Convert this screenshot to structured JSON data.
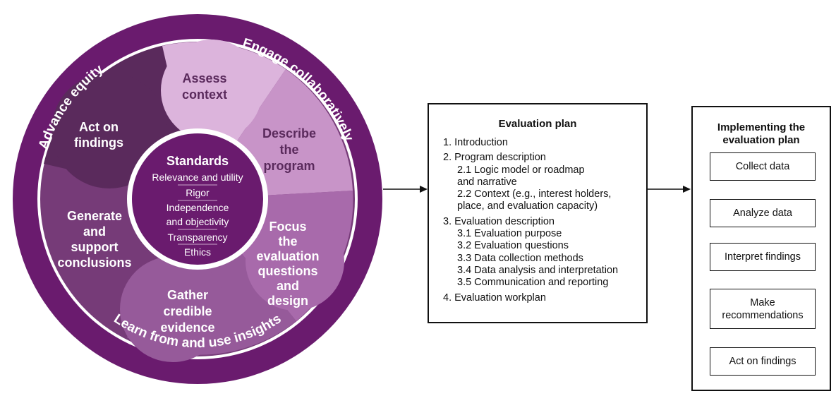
{
  "wheel": {
    "ring": {
      "left": "Advance equity",
      "right": "Engage collaboratively",
      "bottom": "Learn from and use insights"
    },
    "steps": {
      "assess": [
        "Assess",
        "context"
      ],
      "describe": [
        "Describe",
        "the",
        "program"
      ],
      "focus": [
        "Focus",
        "the",
        "evaluation",
        "questions",
        "and",
        "design"
      ],
      "gather": [
        "Gather",
        "credible",
        "evidence"
      ],
      "generate": [
        "Generate",
        "and",
        "support",
        "conclusions"
      ],
      "act": [
        "Act on",
        "findings"
      ]
    },
    "standards": {
      "title": "Standards",
      "items": [
        "Relevance and utility",
        "Rigor",
        "Independence",
        "and objectivity",
        "Transparency",
        "Ethics"
      ]
    }
  },
  "plan": {
    "title": "Evaluation plan",
    "sections": [
      {
        "label": "1. Introduction",
        "subs": []
      },
      {
        "label": "2. Program description",
        "subs": [
          "2.1 Logic model or roadmap",
          "and narrative",
          "2.2 Context (e.g., interest holders,",
          "place, and evaluation capacity)"
        ]
      },
      {
        "label": "3. Evaluation description",
        "subs": [
          "3.1 Evaluation purpose",
          "3.2 Evaluation questions",
          "3.3 Data collection methods",
          "3.4 Data analysis and interpretation",
          "3.5 Communication and reporting"
        ]
      },
      {
        "label": "4. Evaluation workplan",
        "subs": []
      }
    ]
  },
  "implement": {
    "title_lines": [
      "Implementing the",
      "evaluation plan"
    ],
    "steps": [
      "Collect data",
      "Analyze data",
      "Interpret findings",
      "Make recommendations",
      "Act on findings"
    ]
  },
  "colors": {
    "ring": "#6a1b6e",
    "assess": "#dcb4dc",
    "describe": "#c894c8",
    "focus": "#a86aab",
    "gather": "#965a9a",
    "generate": "#763b78",
    "act": "#5a2a5c",
    "center": "#6a1b6e",
    "textDark": "#5a2a5c",
    "textLight": "#ffffff"
  }
}
